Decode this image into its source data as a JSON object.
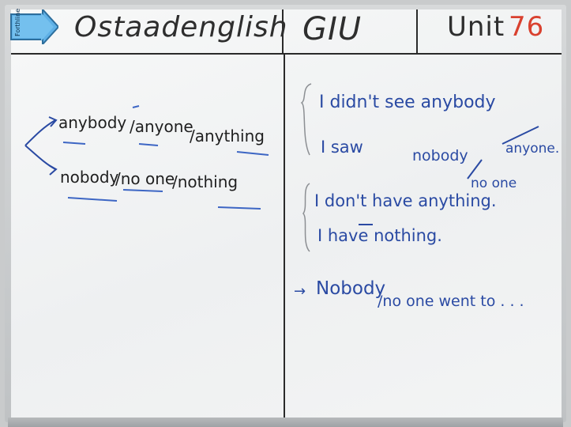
{
  "header": {
    "brand": "Ostaadenglish",
    "course": "GIU",
    "unit_label": "Unit",
    "unit_number": "76"
  },
  "eraser": {
    "label": "Forthline"
  },
  "left": {
    "line1": [
      "anybody",
      "/anyone",
      "/anything"
    ],
    "line2": [
      "nobody",
      "/no one",
      "/nothing"
    ]
  },
  "right": {
    "s1": "I  didn't  see  anybody",
    "s1_alt": "anyone.",
    "s2a": "I  saw",
    "s2b": "nobody",
    "s2_alt": "no one",
    "s3": "I  don't  have  anything.",
    "s4": "I  have  nothing.",
    "s5_arrow": "→",
    "s5a": "Nobody",
    "s5b": "/no one  went  to . . ."
  },
  "colors": {
    "black_marker": "#1f1f1f",
    "blue_marker": "#2a4aa3",
    "red_marker": "#d9412f",
    "eraser": "#5fb0e6"
  }
}
